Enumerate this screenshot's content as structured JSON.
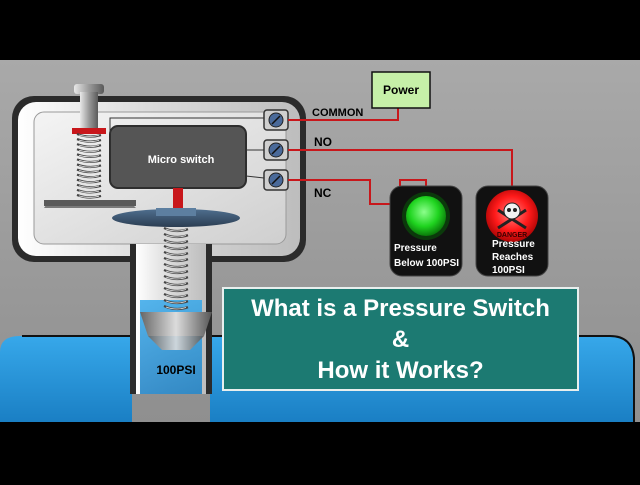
{
  "diagram": {
    "power_label": "Power",
    "terminals": {
      "common": "COMMON",
      "no": "NO",
      "nc": "NC"
    },
    "micro_switch_label": "Micro switch",
    "green_indicator": {
      "line1": "Pressure",
      "line2": "Below 100PSI",
      "color": "#1fd41f"
    },
    "red_indicator": {
      "icon_text": "DANGER",
      "line1": "Pressure",
      "line2": "Reaches",
      "line3": "100PSI",
      "color": "#ff1a1a"
    },
    "pressure_label": "100PSI",
    "wire_color": "#c8171b",
    "fluid_color": "#1e8fd6"
  },
  "caption": {
    "line1": "What is a Pressure Switch",
    "line2": "&",
    "line3": "How it Works?"
  }
}
